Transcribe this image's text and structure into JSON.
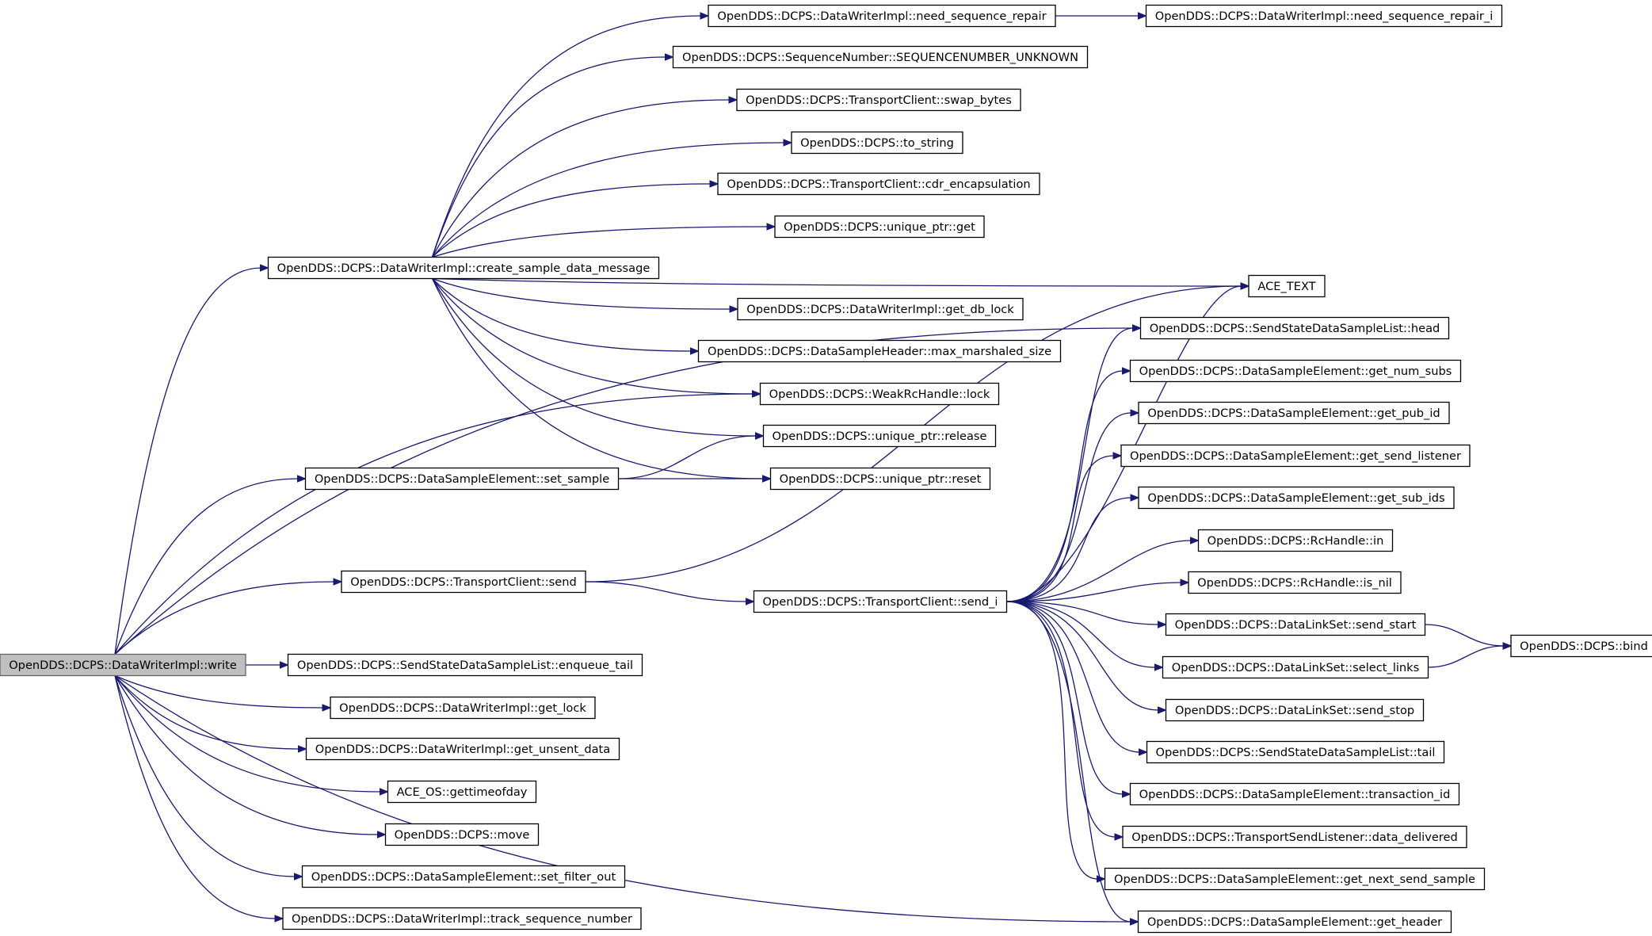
{
  "graph": {
    "title": "",
    "edge_color": "#191970",
    "root_fill": "#bfbfbf",
    "root": "write",
    "nodes": [
      {
        "id": "write",
        "label": "OpenDDS::DCPS::DataWriterImpl::write",
        "root": true
      },
      {
        "id": "csdm",
        "label": "OpenDDS::DCPS::DataWriterImpl::create_sample_data_message"
      },
      {
        "id": "nsr",
        "label": "OpenDDS::DCPS::DataWriterImpl::need_sequence_repair"
      },
      {
        "id": "nsri",
        "label": "OpenDDS::DCPS::DataWriterImpl::need_sequence_repair_i"
      },
      {
        "id": "snu",
        "label": "OpenDDS::DCPS::SequenceNumber::SEQUENCENUMBER_UNKNOWN"
      },
      {
        "id": "swap",
        "label": "OpenDDS::DCPS::TransportClient::swap_bytes"
      },
      {
        "id": "tostr",
        "label": "OpenDDS::DCPS::to_string"
      },
      {
        "id": "cdr",
        "label": "OpenDDS::DCPS::TransportClient::cdr_encapsulation"
      },
      {
        "id": "upget",
        "label": "OpenDDS::DCPS::unique_ptr::get"
      },
      {
        "id": "ace",
        "label": "ACE_TEXT"
      },
      {
        "id": "dblock",
        "label": "OpenDDS::DCPS::DataWriterImpl::get_db_lock"
      },
      {
        "id": "maxms",
        "label": "OpenDDS::DCPS::DataSampleHeader::max_marshaled_size"
      },
      {
        "id": "wlock",
        "label": "OpenDDS::DCPS::WeakRcHandle::lock"
      },
      {
        "id": "uprel",
        "label": "OpenDDS::DCPS::unique_ptr::release"
      },
      {
        "id": "setsample",
        "label": "OpenDDS::DCPS::DataSampleElement::set_sample"
      },
      {
        "id": "upreset",
        "label": "OpenDDS::DCPS::unique_ptr::reset"
      },
      {
        "id": "head",
        "label": "OpenDDS::DCPS::SendStateDataSampleList::head"
      },
      {
        "id": "numsubs",
        "label": "OpenDDS::DCPS::DataSampleElement::get_num_subs"
      },
      {
        "id": "pubid",
        "label": "OpenDDS::DCPS::DataSampleElement::get_pub_id"
      },
      {
        "id": "sendl",
        "label": "OpenDDS::DCPS::DataSampleElement::get_send_listener"
      },
      {
        "id": "subids",
        "label": "OpenDDS::DCPS::DataSampleElement::get_sub_ids"
      },
      {
        "id": "send",
        "label": "OpenDDS::DCPS::TransportClient::send"
      },
      {
        "id": "rcin",
        "label": "OpenDDS::DCPS::RcHandle::in"
      },
      {
        "id": "rcnil",
        "label": "OpenDDS::DCPS::RcHandle::is_nil"
      },
      {
        "id": "sendi",
        "label": "OpenDDS::DCPS::TransportClient::send_i"
      },
      {
        "id": "sstart",
        "label": "OpenDDS::DCPS::DataLinkSet::send_start"
      },
      {
        "id": "bind",
        "label": "OpenDDS::DCPS::bind"
      },
      {
        "id": "sellinks",
        "label": "OpenDDS::DCPS::DataLinkSet::select_links"
      },
      {
        "id": "enq",
        "label": "OpenDDS::DCPS::SendStateDataSampleList::enqueue_tail"
      },
      {
        "id": "sstop",
        "label": "OpenDDS::DCPS::DataLinkSet::send_stop"
      },
      {
        "id": "getlock",
        "label": "OpenDDS::DCPS::DataWriterImpl::get_lock"
      },
      {
        "id": "tail",
        "label": "OpenDDS::DCPS::SendStateDataSampleList::tail"
      },
      {
        "id": "unsent",
        "label": "OpenDDS::DCPS::DataWriterImpl::get_unsent_data"
      },
      {
        "id": "tid",
        "label": "OpenDDS::DCPS::DataSampleElement::transaction_id"
      },
      {
        "id": "gtod",
        "label": "ACE_OS::gettimeofday"
      },
      {
        "id": "move",
        "label": "OpenDDS::DCPS::move"
      },
      {
        "id": "deliv",
        "label": "OpenDDS::DCPS::TransportSendListener::data_delivered"
      },
      {
        "id": "filt",
        "label": "OpenDDS::DCPS::DataSampleElement::set_filter_out"
      },
      {
        "id": "nextsend",
        "label": "OpenDDS::DCPS::DataSampleElement::get_next_send_sample"
      },
      {
        "id": "tsn",
        "label": "OpenDDS::DCPS::DataWriterImpl::track_sequence_number"
      },
      {
        "id": "hdr",
        "label": "OpenDDS::DCPS::DataSampleElement::get_header"
      }
    ],
    "edges": [
      [
        "write",
        "csdm"
      ],
      [
        "write",
        "wlock"
      ],
      [
        "write",
        "setsample"
      ],
      [
        "write",
        "head"
      ],
      [
        "write",
        "send"
      ],
      [
        "write",
        "hdr"
      ],
      [
        "write",
        "enq"
      ],
      [
        "write",
        "getlock"
      ],
      [
        "write",
        "unsent"
      ],
      [
        "write",
        "gtod"
      ],
      [
        "write",
        "move"
      ],
      [
        "write",
        "filt"
      ],
      [
        "write",
        "tsn"
      ],
      [
        "csdm",
        "nsr"
      ],
      [
        "csdm",
        "snu"
      ],
      [
        "csdm",
        "swap"
      ],
      [
        "csdm",
        "tostr"
      ],
      [
        "csdm",
        "cdr"
      ],
      [
        "csdm",
        "upget"
      ],
      [
        "csdm",
        "ace"
      ],
      [
        "csdm",
        "dblock"
      ],
      [
        "csdm",
        "maxms"
      ],
      [
        "csdm",
        "wlock"
      ],
      [
        "csdm",
        "uprel"
      ],
      [
        "csdm",
        "upreset"
      ],
      [
        "nsr",
        "nsri"
      ],
      [
        "setsample",
        "uprel"
      ],
      [
        "setsample",
        "upreset"
      ],
      [
        "send",
        "ace"
      ],
      [
        "send",
        "sendi"
      ],
      [
        "sendi",
        "ace"
      ],
      [
        "sendi",
        "head"
      ],
      [
        "sendi",
        "numsubs"
      ],
      [
        "sendi",
        "pubid"
      ],
      [
        "sendi",
        "sendl"
      ],
      [
        "sendi",
        "subids"
      ],
      [
        "sendi",
        "rcin"
      ],
      [
        "sendi",
        "rcnil"
      ],
      [
        "sendi",
        "sstart"
      ],
      [
        "sendi",
        "sellinks"
      ],
      [
        "sendi",
        "sstop"
      ],
      [
        "sendi",
        "tail"
      ],
      [
        "sendi",
        "tid"
      ],
      [
        "sendi",
        "deliv"
      ],
      [
        "sendi",
        "nextsend"
      ],
      [
        "sendi",
        "hdr"
      ],
      [
        "sstart",
        "bind"
      ],
      [
        "sellinks",
        "bind"
      ]
    ]
  }
}
